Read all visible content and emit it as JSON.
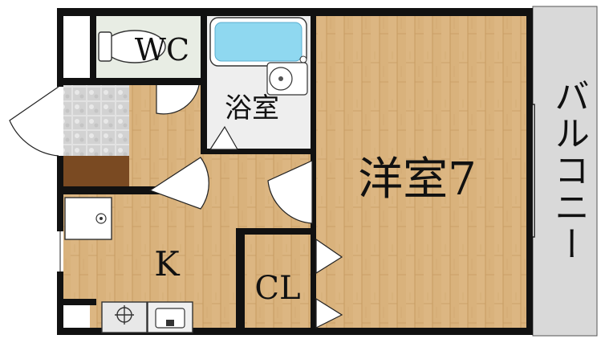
{
  "labels": {
    "wc": "WC",
    "bath": "浴室",
    "western_room": "洋室7",
    "kitchen": "K",
    "closet": "CL",
    "balcony": "バルコニー"
  },
  "colors": {
    "wood": "#d9b27c",
    "wood_grain": "#c79c62",
    "wall": "#111111",
    "wc_floor": "#e8ede4",
    "bath_floor": "#eeeeee",
    "tile": "#dedede",
    "tub_water": "#8fd8f0",
    "balcony": "#d9d9d9",
    "entry_step": "#7a4a22"
  },
  "icons": [
    "toilet-icon",
    "bathtub-icon",
    "washbasin-icon",
    "washing-machine-pan-icon",
    "gas-stove-icon",
    "kitchen-sink-icon"
  ]
}
